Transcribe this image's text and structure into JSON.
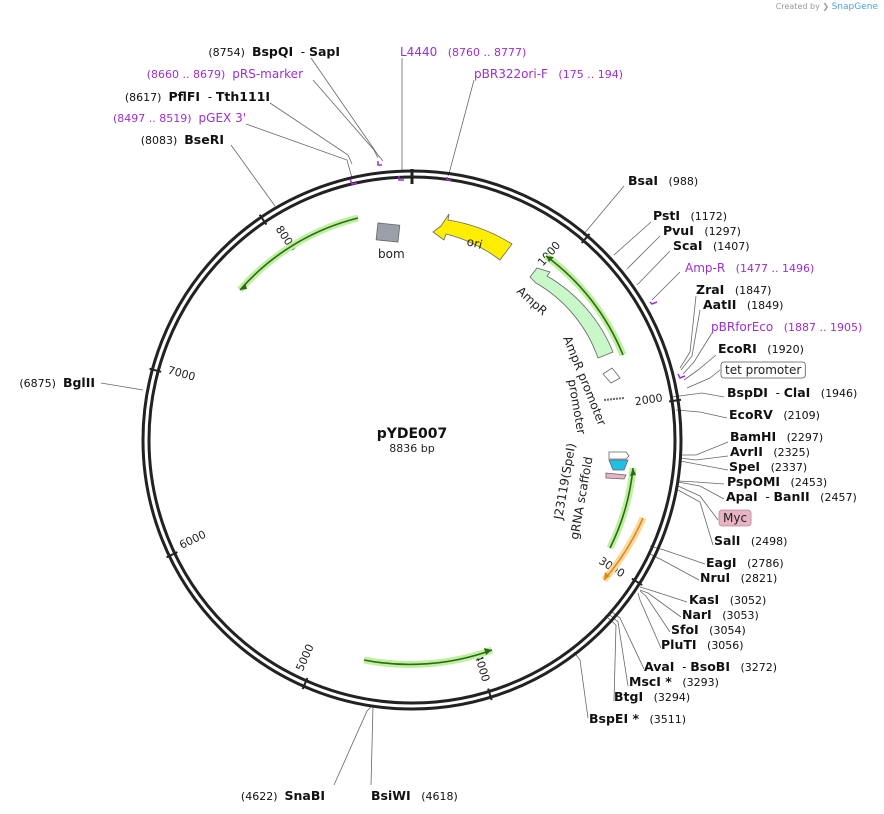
{
  "credit": {
    "created_by": "Created by",
    "brand": "SnapGene"
  },
  "plasmid": {
    "name": "pYDE007",
    "length_label": "8836 bp",
    "length": 8836
  },
  "colors": {
    "primer": "#9b30d0",
    "ring": "#222222",
    "ori": "#ffee00",
    "ampr": "#c8f7c8",
    "feature_arrow": "#2d6a12",
    "feature_glow": "#bdf0a0",
    "orange_arrow": "#e08a10",
    "myc": "#e8b4c4",
    "bom": "#9aa0a8",
    "cyan": "#1ec0e8"
  },
  "ticks": [
    {
      "pos": 1000,
      "label": "1000"
    },
    {
      "pos": 2000,
      "label": "2000"
    },
    {
      "pos": 3000,
      "label": "3000"
    },
    {
      "pos": 4000,
      "label": "4000"
    },
    {
      "pos": 5000,
      "label": "5000"
    },
    {
      "pos": 6000,
      "label": "6000"
    },
    {
      "pos": 7000,
      "label": "7000"
    },
    {
      "pos": 8000,
      "label": "8000"
    }
  ],
  "sites": [
    {
      "name": "BspQI",
      "name2": "SapI",
      "pos": "(8754)",
      "kind": "enzyme",
      "num_first": true
    },
    {
      "name": "L4440",
      "pos": "(8760 .. 8777)",
      "kind": "primer",
      "num_first": false
    },
    {
      "name": "pBR322ori-F",
      "pos": "(175 .. 194)",
      "kind": "primer",
      "num_first": false
    },
    {
      "name": "pRS-marker",
      "pos": "(8660 .. 8679)",
      "kind": "primer",
      "num_first": true
    },
    {
      "name": "PflFI",
      "name2": "Tth111I",
      "pos": "(8617)",
      "kind": "enzyme",
      "num_first": true
    },
    {
      "name": "pGEX 3'",
      "pos": "(8497 .. 8519)",
      "kind": "primer",
      "num_first": true
    },
    {
      "name": "BseRI",
      "pos": "(8083)",
      "kind": "enzyme",
      "num_first": true
    },
    {
      "name": "BglII",
      "pos": "(6875)",
      "kind": "enzyme",
      "num_first": true
    },
    {
      "name": "BsaI",
      "pos": "(988)",
      "kind": "enzyme",
      "num_first": false
    },
    {
      "name": "PstI",
      "pos": "(1172)",
      "kind": "enzyme",
      "num_first": false
    },
    {
      "name": "PvuI",
      "pos": "(1297)",
      "kind": "enzyme",
      "num_first": false
    },
    {
      "name": "ScaI",
      "pos": "(1407)",
      "kind": "enzyme",
      "num_first": false
    },
    {
      "name": "Amp-R",
      "pos": "(1477 .. 1496)",
      "kind": "primer",
      "num_first": false
    },
    {
      "name": "ZraI",
      "pos": "(1847)",
      "kind": "enzyme",
      "num_first": false
    },
    {
      "name": "AatII",
      "pos": "(1849)",
      "kind": "enzyme",
      "num_first": false
    },
    {
      "name": "pBRforEco",
      "pos": "(1887 .. 1905)",
      "kind": "primer",
      "num_first": false
    },
    {
      "name": "EcoRI",
      "pos": "(1920)",
      "kind": "enzyme",
      "num_first": false
    },
    {
      "name": "tet promoter",
      "kind": "boxed",
      "num_first": false
    },
    {
      "name": "BspDI",
      "name2": "ClaI",
      "pos": "(1946)",
      "kind": "enzyme",
      "num_first": false
    },
    {
      "name": "EcoRV",
      "pos": "(2109)",
      "kind": "enzyme",
      "num_first": false
    },
    {
      "name": "BamHI",
      "pos": "(2297)",
      "kind": "enzyme",
      "num_first": false
    },
    {
      "name": "AvrII",
      "pos": "(2325)",
      "kind": "enzyme",
      "num_first": false
    },
    {
      "name": "SpeI",
      "pos": "(2337)",
      "kind": "enzyme",
      "num_first": false
    },
    {
      "name": "PspOMI",
      "pos": "(2453)",
      "kind": "enzyme",
      "num_first": false
    },
    {
      "name": "ApaI",
      "name2": "BanII",
      "pos": "(2457)",
      "kind": "enzyme",
      "num_first": false
    },
    {
      "name": "Myc",
      "kind": "myc",
      "num_first": false
    },
    {
      "name": "SalI",
      "pos": "(2498)",
      "kind": "enzyme",
      "num_first": false
    },
    {
      "name": "EagI",
      "pos": "(2786)",
      "kind": "enzyme",
      "num_first": false
    },
    {
      "name": "NruI",
      "pos": "(2821)",
      "kind": "enzyme",
      "num_first": false
    },
    {
      "name": "KasI",
      "pos": "(3052)",
      "kind": "enzyme",
      "num_first": false
    },
    {
      "name": "NarI",
      "pos": "(3053)",
      "kind": "enzyme",
      "num_first": false
    },
    {
      "name": "SfoI",
      "pos": "(3054)",
      "kind": "enzyme",
      "num_first": false
    },
    {
      "name": "PluTI",
      "pos": "(3056)",
      "kind": "enzyme",
      "num_first": false
    },
    {
      "name": "AvaI",
      "name2": "BsoBI",
      "pos": "(3272)",
      "kind": "enzyme",
      "num_first": false
    },
    {
      "name": "MscI *",
      "pos": "(3293)",
      "kind": "enzyme",
      "num_first": false
    },
    {
      "name": "BtgI",
      "pos": "(3294)",
      "kind": "enzyme",
      "num_first": false
    },
    {
      "name": "BspEI *",
      "pos": "(3511)",
      "kind": "enzyme",
      "num_first": false
    },
    {
      "name": "SnaBI",
      "pos": "(4622)",
      "kind": "enzyme",
      "num_first": true
    },
    {
      "name": "BsiWI",
      "pos": "(4618)",
      "kind": "enzyme",
      "num_first": false
    }
  ],
  "features": {
    "ori": "ori",
    "ampr": "AmpR",
    "bom": "bom",
    "ampr_promoter": "AmpR promoter",
    "promoter": "promoter",
    "j23119": "J23119(SpeI)",
    "grna": "gRNA scaffold"
  }
}
